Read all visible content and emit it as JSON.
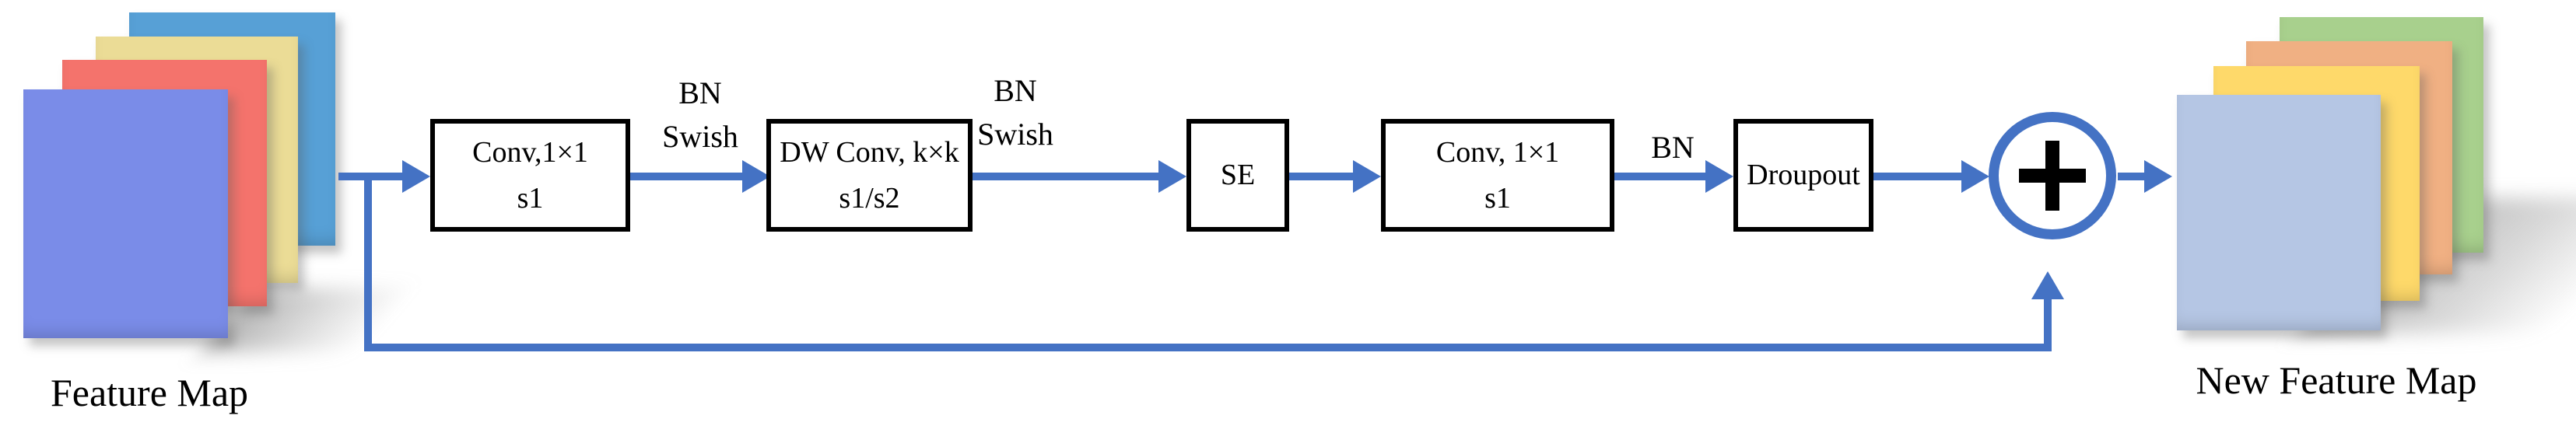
{
  "stacks": {
    "left": {
      "label": "Feature Map",
      "sheets": [
        {
          "name": "back-blue-sheet",
          "color": "#57A0D6"
        },
        {
          "name": "yellow-sheet",
          "color": "#EBDC96"
        },
        {
          "name": "red-sheet",
          "color": "#F4736C"
        },
        {
          "name": "front-periwinkle-sheet",
          "color": "#7A8CE8"
        }
      ]
    },
    "right": {
      "label": "New Feature Map",
      "sheets": [
        {
          "name": "back-green-sheet",
          "color": "#A8D08D"
        },
        {
          "name": "orange-sheet",
          "color": "#F0B083"
        },
        {
          "name": "yellow-sheet",
          "color": "#FED96A"
        },
        {
          "name": "front-blue-sheet",
          "color": "#B5C6E4"
        }
      ]
    }
  },
  "boxes": [
    {
      "line1": "Conv,1×1",
      "line2": "s1"
    },
    {
      "line1": "DW Conv, k×k",
      "line2": "s1/s2"
    },
    {
      "line1": "SE",
      "line2": ""
    },
    {
      "line1": "Conv, 1×1",
      "line2": "s1"
    },
    {
      "line1": "Droupout",
      "line2": ""
    }
  ],
  "edge_labels": [
    {
      "line1": "BN",
      "line2": "Swish"
    },
    {
      "line1": "BN",
      "line2": "Swish"
    },
    {
      "line1": "BN",
      "line2": ""
    }
  ],
  "operators": {
    "add": "+"
  },
  "icons": {
    "add": "plus-icon"
  },
  "colors": {
    "accent": "#4472C4",
    "box_border": "#000000",
    "text": "#000000",
    "box_fill": "#FFFFFF"
  }
}
